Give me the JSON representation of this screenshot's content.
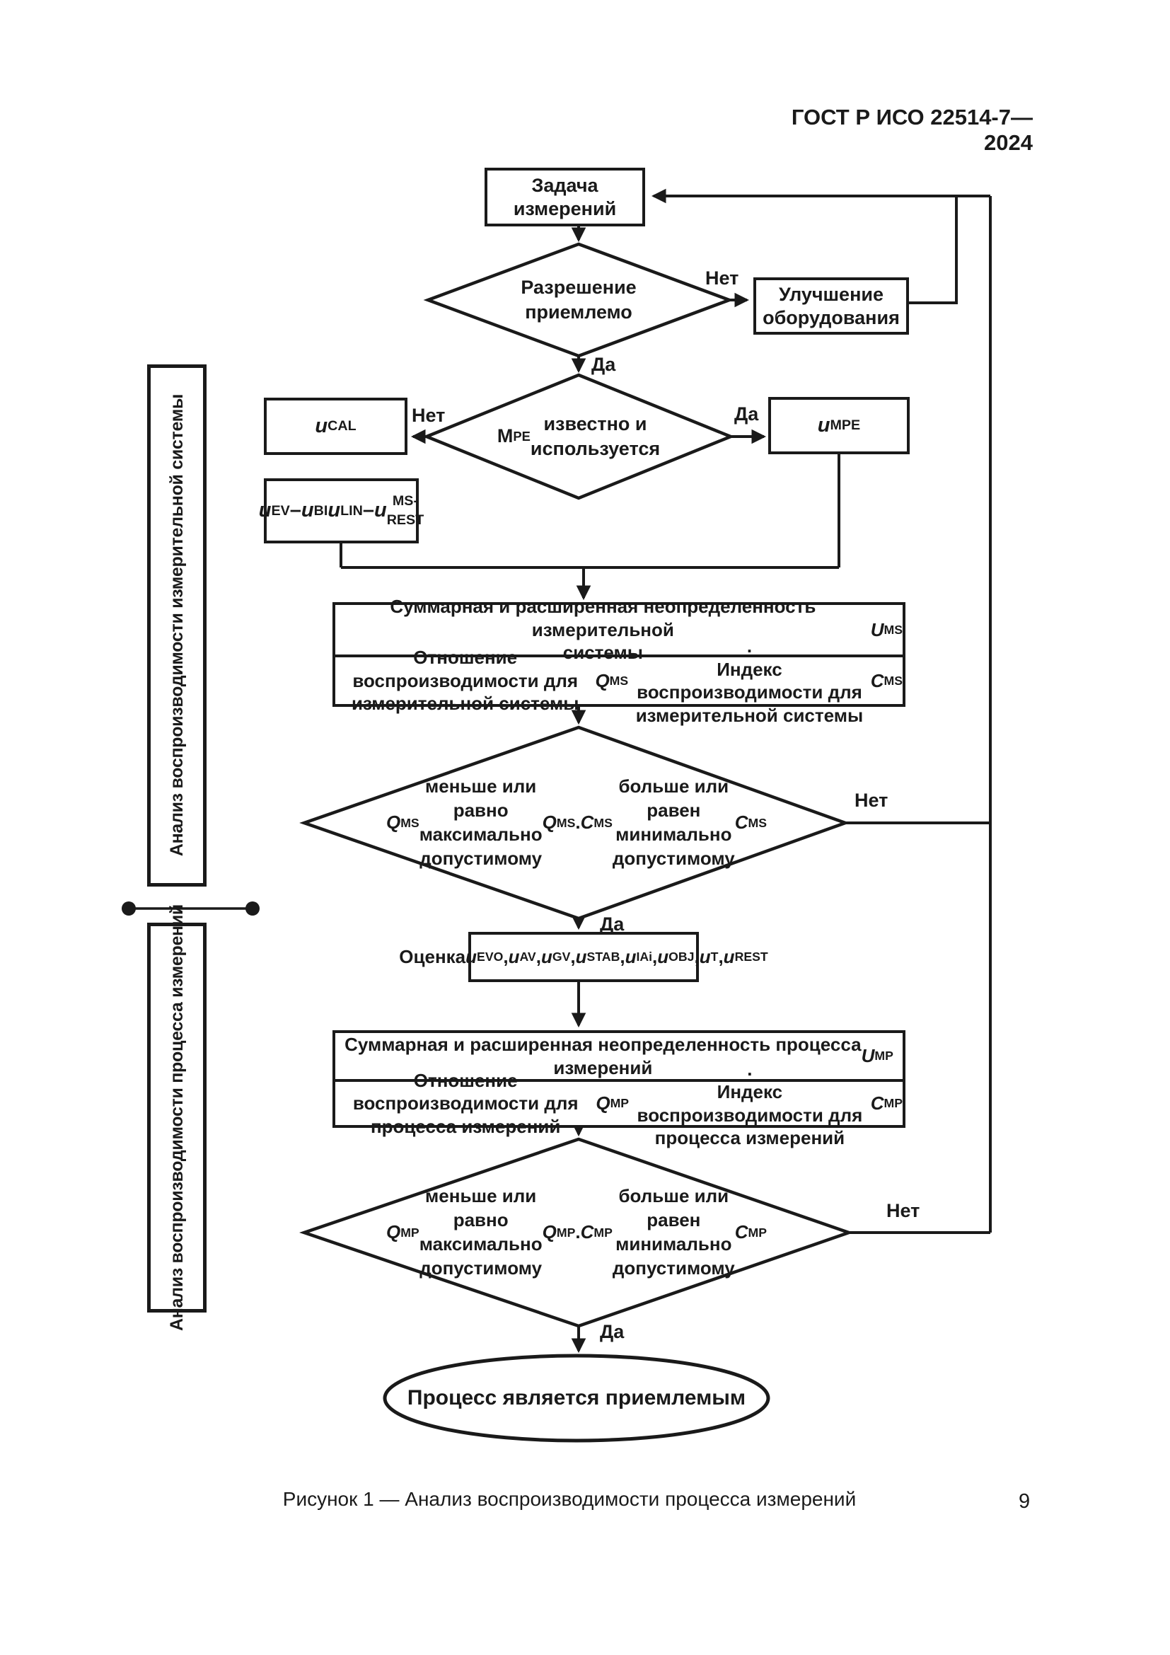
{
  "document": {
    "header": "ГОСТ Р ИСО 22514-7—2024",
    "caption": "Рисунок 1 — Анализ воспроизводимости процесса измерений",
    "page_number": "9"
  },
  "side_labels": {
    "measuring_system": "Анализ воспроизводимости измерительной системы",
    "measurement_process": "Анализ воспроизводимости процесса измерений"
  },
  "labels": {
    "yes": "Да",
    "no": "Нет"
  },
  "nodes": {
    "task": "Задача\nизмерений",
    "resolution_check": "Разрешение\nприемлемо",
    "improve_equipment": "Улучшение\nоборудования",
    "u_cal": "{u}~CAL~",
    "mpe_check": "M~PE~ известно и\nиспользуется",
    "u_mpe": "{u}~MPE~",
    "u_components": "{u}~EV~ – {u}~BI~\n{u}~LIN~ – {u}~MS-REST~",
    "ms_uncertainty": "Суммарная и расширенная неопределенность измерительной\nсистемы {U}~MS~",
    "ms_ratio_index": "Отношение воспроизводимости для измерительной системы {Q}~MS~.\nИндекс воспроизводимости для измерительной системы {C}~MS~",
    "ms_check": "{Q}~MS~ меньше или равно\nмаксимально допустимому {Q}~MS~.\n{C}~MS~ больше или равен\nминимально допустимому {C}~MS~",
    "estimation": "Оценка {u}~EVO~, {u}~AV~, {u}~GV~,\n{u}~STAB~, {u}~IAi~, {u}~OBJ~, {u}~T~, {u}~REST~",
    "mp_uncertainty": "Суммарная и расширенная неопределенность процесса\nизмерений {U}~MP~",
    "mp_ratio_index": "Отношение воспроизводимости для процесса измерений {Q}~MP~.\nИндекс воспроизводимости для процесса измерений {C}~MP~",
    "mp_check": "{Q}~MP~ меньше или равно\nмаксимально допустимому {Q}~MP~.\n{C}~MP~ больше или равен\nминимально допустимому {C}~MP~",
    "process_acceptable": "Процесс является приемлемым"
  }
}
